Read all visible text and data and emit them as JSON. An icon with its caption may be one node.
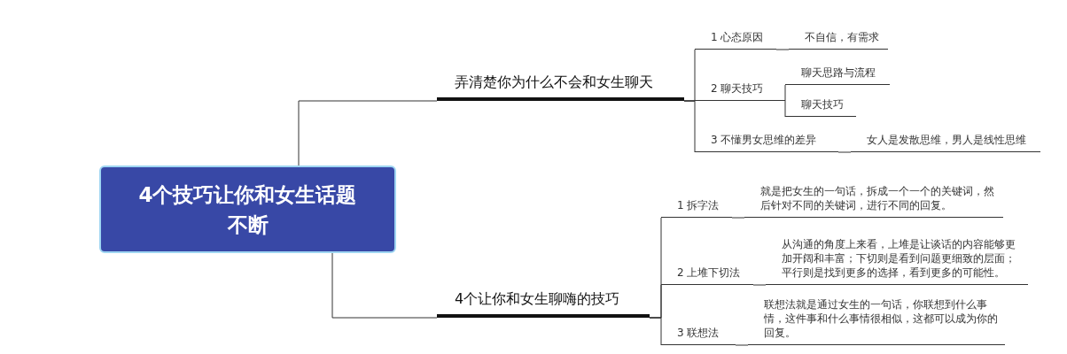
{
  "diagram": {
    "nodes": [
      {
        "text": [
          "4个技巧让你和女生话题不断"
        ]
      },
      {
        "text": [
          "弄清楚你为什么不会和女生聊天"
        ]
      },
      {
        "text": [
          "1 心态原因"
        ]
      },
      {
        "text": [
          "不自信，有需求"
        ]
      },
      {
        "text": [
          "2 聊天技巧"
        ]
      },
      {
        "text": [
          "聊天思路与流程"
        ]
      },
      {
        "text": [
          "聊天技巧"
        ]
      },
      {
        "text": [
          "3 不懂男女思维的差异"
        ]
      },
      {
        "text": [
          "女人是发散思维，男人是线性思维"
        ]
      },
      {
        "text": [
          "4个让你和女生聊嗨的技巧"
        ]
      },
      {
        "text": [
          "1 拆字法"
        ]
      },
      {
        "text": [
          "就是把女生的一句话，拆成一个一个的关键词，然后针对不同的关键词，进行不同的回复。"
        ]
      },
      {
        "text": [
          "2 上堆下切法"
        ]
      },
      {
        "text": [
          "从沟通的角度上来看，上堆是让谈话的内容能够更加开阔和丰富；下切则是看到问题更细致的层面；平行则是找到更多的选择，看到更多的可能性。"
        ]
      },
      {
        "text": [
          "3 联想法"
        ]
      },
      {
        "text": [
          "联想法就是通过女生的一句话，你联想到什么事情，这件事和什么事情很相似，这都可以成为你的回复。"
        ]
      }
    ],
    "edges": [
      {
        "from": 0,
        "to": 1,
        "arrow": "none"
      },
      {
        "from": 1,
        "to": 2,
        "arrow": "none"
      },
      {
        "from": 2,
        "to": 3,
        "arrow": "none"
      },
      {
        "from": 1,
        "to": 4,
        "arrow": "none"
      },
      {
        "from": 4,
        "to": 5,
        "arrow": "none"
      },
      {
        "from": 4,
        "to": 6,
        "arrow": "none"
      },
      {
        "from": 1,
        "to": 7,
        "arrow": "none"
      },
      {
        "from": 7,
        "to": 8,
        "arrow": "none"
      },
      {
        "from": 0,
        "to": 9,
        "arrow": "none"
      },
      {
        "from": 9,
        "to": 10,
        "arrow": "none"
      },
      {
        "from": 10,
        "to": 11,
        "arrow": "none"
      },
      {
        "from": 9,
        "to": 12,
        "arrow": "none"
      },
      {
        "from": 12,
        "to": 13,
        "arrow": "none"
      },
      {
        "from": 9,
        "to": 14,
        "arrow": "none"
      },
      {
        "from": 14,
        "to": 15,
        "arrow": "none"
      }
    ]
  }
}
